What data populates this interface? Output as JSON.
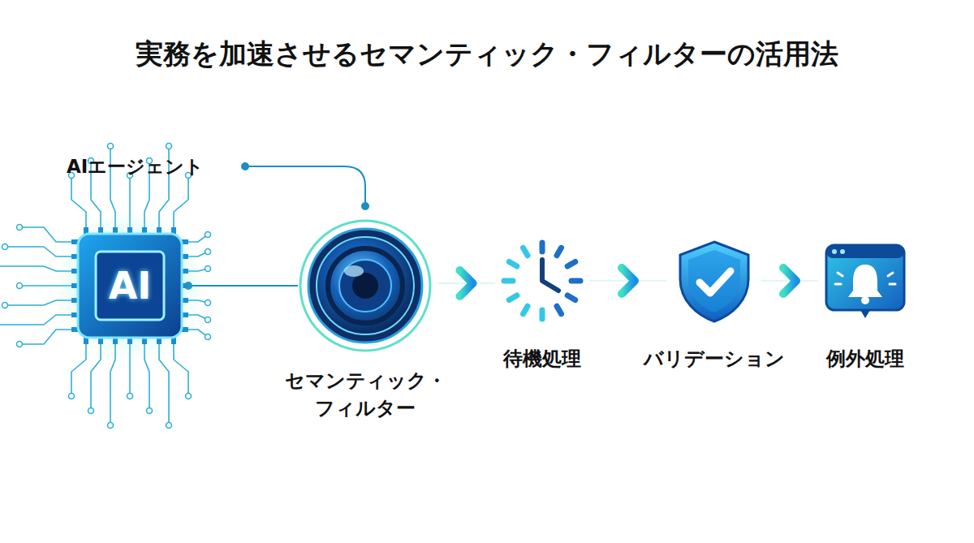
{
  "diagram": {
    "title": "実務を加速させるセマンティック・フィルターの活用法",
    "nodes": [
      {
        "text": [
          "AI"
        ]
      },
      {
        "text": [
          "セマンティック・フィルター"
        ]
      },
      {
        "text": [
          "待機処理"
        ]
      },
      {
        "text": [
          "バリデーション"
        ]
      },
      {
        "text": [
          "例外処理"
        ]
      }
    ],
    "edges": [
      {
        "from": 0,
        "to": 1,
        "arrow": "none"
      },
      {
        "from": 1,
        "to": 2,
        "arrow": "to"
      },
      {
        "from": 2,
        "to": 3,
        "arrow": "to"
      },
      {
        "from": 3,
        "to": 4,
        "arrow": "to"
      }
    ],
    "labels": [
      "AIエージェント"
    ]
  }
}
